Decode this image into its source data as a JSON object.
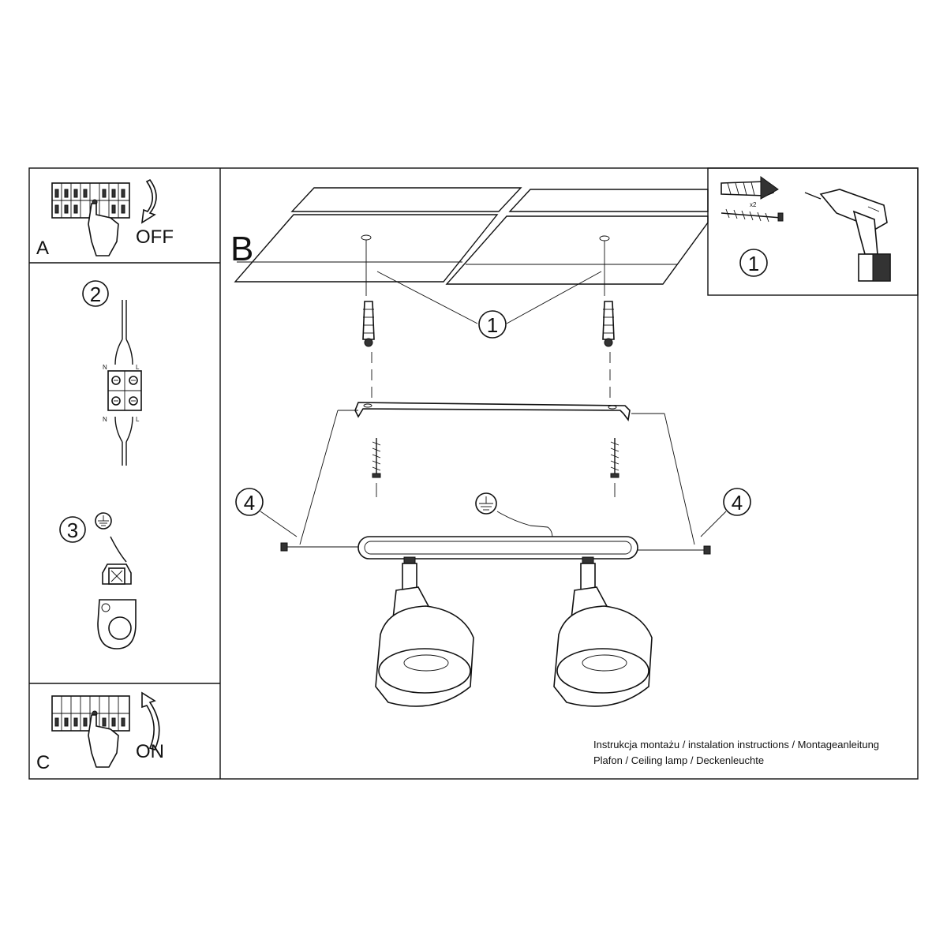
{
  "panels": {
    "a": {
      "letter": "A",
      "action": "OFF"
    },
    "b": {
      "letter": "B"
    },
    "c": {
      "letter": "C",
      "action": "ON"
    }
  },
  "steps": {
    "wire_step": "2",
    "ground_step": "3",
    "tools_step": "1",
    "anchor_step": "1",
    "side_screw_left": "4",
    "side_screw_right": "4"
  },
  "terminal": {
    "top_n": "N",
    "top_l": "L",
    "bottom_n": "N",
    "bottom_l": "L"
  },
  "tools": {
    "quantity": "x2"
  },
  "footer": {
    "line1": "Instrukcja montażu / instalation instructions / Montageanleitung",
    "line2": "Plafon / Ceiling lamp / Deckenleuchte"
  },
  "icons": [
    "breaker-panel-icon",
    "hand-icon",
    "arrow-down-icon",
    "arrow-up-icon",
    "ground-symbol-icon",
    "drill-icon",
    "wall-plug-icon",
    "screw-icon",
    "terminal-block-icon",
    "lamp-shade-icon"
  ]
}
